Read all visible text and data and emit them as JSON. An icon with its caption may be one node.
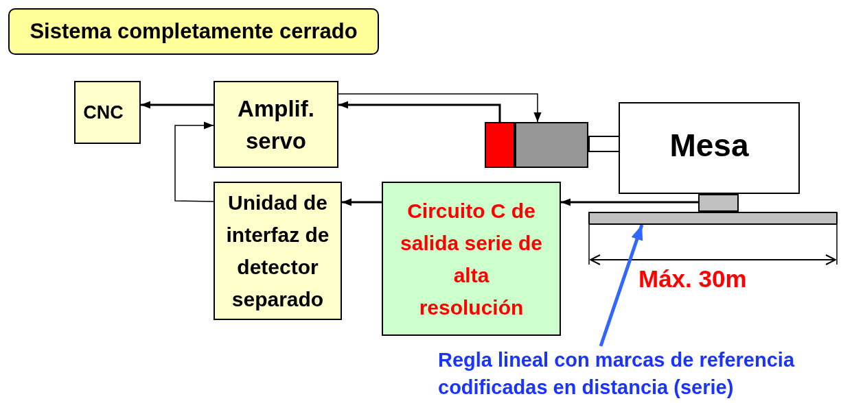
{
  "diagram": {
    "nodes": [
      {
        "text": [
          "Sistema completamente cerrado"
        ]
      },
      {
        "text": [
          "CNC"
        ]
      },
      {
        "text": [
          "Amplif. servo"
        ]
      },
      {
        "text": [
          "Unidad de interfaz de detector separado"
        ]
      },
      {
        "text": [
          "Circuito C de salida serie de alta resolución"
        ]
      },
      {
        "text": [
          "Mesa"
        ]
      },
      {
        "text": [],
        "shape": "box"
      },
      {
        "text": [],
        "shape": "box"
      },
      {
        "text": [],
        "shape": "box"
      },
      {
        "text": [],
        "shape": "bar"
      },
      {
        "text": [
          "Regla lineal con marcas de referencia codificadas en distancia (serie)"
        ]
      }
    ],
    "edges": [
      {
        "from": 2,
        "to": 1,
        "arrow": "to"
      },
      {
        "from": 6,
        "to": 2,
        "arrow": "to"
      },
      {
        "from": 2,
        "to": 7,
        "arrow": "to"
      },
      {
        "from": 4,
        "to": 3,
        "arrow": "to"
      },
      {
        "from": 8,
        "to": 4,
        "arrow": "to"
      },
      {
        "from": 3,
        "to": 2,
        "arrow": "to"
      },
      {
        "from": 10,
        "to": 9,
        "arrow": "to",
        "color": "#3366ff"
      }
    ],
    "labels": [
      "Máx. 30m"
    ]
  }
}
